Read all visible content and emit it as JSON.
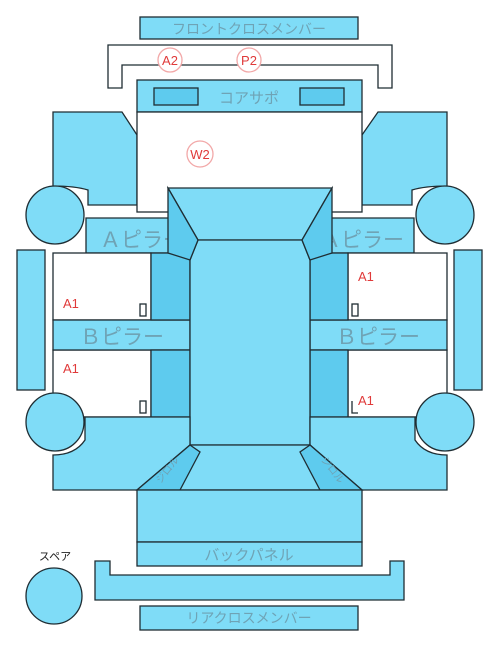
{
  "labels": {
    "front_cross_member": "フロントクロスメンバー",
    "core_support": "コアサポ",
    "a_pillar_left": "Ａピラー",
    "a_pillar_right": "Ａピラー",
    "b_pillar_left": "Ｂピラー",
    "b_pillar_right": "Ｂピラー",
    "back_panel": "バックパネル",
    "rear_cross_member": "リアクロスメンバー",
    "spare": "スペア",
    "curve_left": "ジロル",
    "curve_right": "ジロル"
  },
  "damage_badges": {
    "a2": "A2",
    "p2": "P2",
    "w2": "W2"
  },
  "damage_marks": {
    "left_upper": "A1",
    "left_lower": "A1",
    "right_upper": "A1",
    "right_lower": "A1"
  },
  "colors": {
    "panel": "#7fdcf7",
    "panel_dark": "#5ecbee",
    "mark": "#e03a3a",
    "badge_ring": "#f2a8a8",
    "label": "#6fa3b5"
  }
}
